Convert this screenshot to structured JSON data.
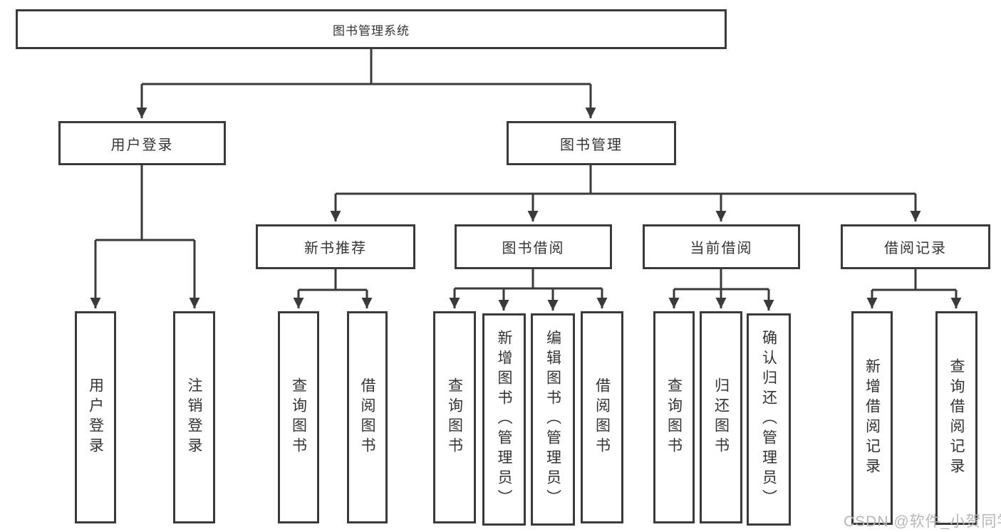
{
  "diagram": {
    "root": "图书管理系统",
    "branches": {
      "user_login": {
        "label": "用户登录",
        "children": [
          "用户登录",
          "注销登录"
        ]
      },
      "book_management": {
        "label": "图书管理",
        "sections": [
          {
            "label": "新书推荐",
            "children": [
              "查询图书",
              "借阅图书"
            ]
          },
          {
            "label": "图书借阅",
            "children": [
              "查询图书",
              "新增图书（管理员）",
              "编辑图书（管理员）",
              "借阅图书"
            ]
          },
          {
            "label": "当前借阅",
            "children": [
              "查询图书",
              "归还图书",
              "确认归还（管理员）"
            ]
          },
          {
            "label": "借阅记录",
            "children": [
              "新增借阅记录",
              "查询借阅记录"
            ]
          }
        ]
      }
    },
    "colors": {
      "line": "#3a3a3a",
      "text": "#333333",
      "watermark": "#b6b6b6",
      "background": "#ffffff"
    },
    "watermark": "CSDN @软件_小贺同学"
  }
}
